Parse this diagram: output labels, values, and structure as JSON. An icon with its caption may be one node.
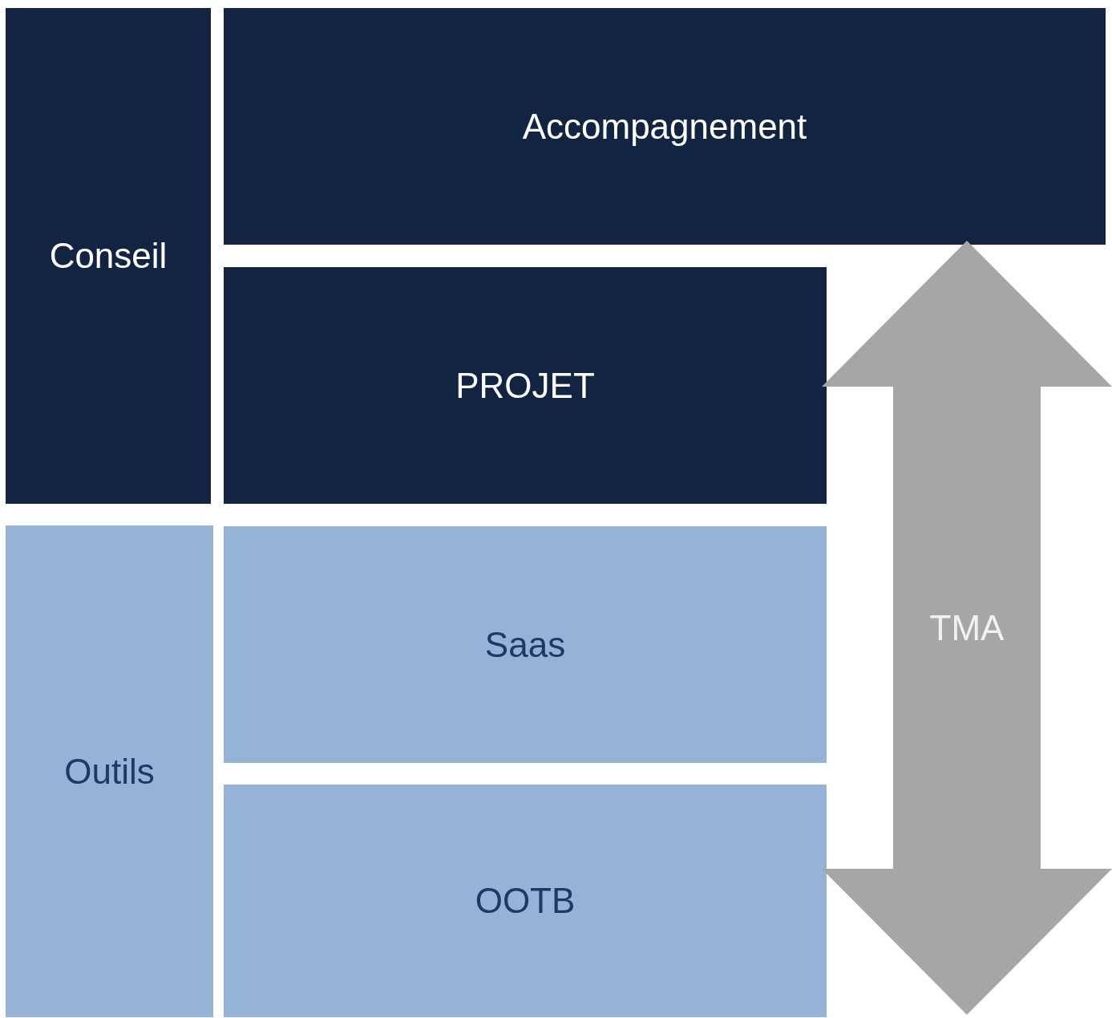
{
  "diagram": {
    "nodes": [
      {
        "text": [
          "Conseil"
        ]
      },
      {
        "text": [
          "Accompagnement"
        ]
      },
      {
        "text": [
          "PROJET"
        ]
      },
      {
        "text": [
          "Outils"
        ]
      },
      {
        "text": [
          "Saas"
        ]
      },
      {
        "text": [
          "OOTB"
        ]
      },
      {
        "text": [
          "TMA"
        ]
      }
    ]
  }
}
